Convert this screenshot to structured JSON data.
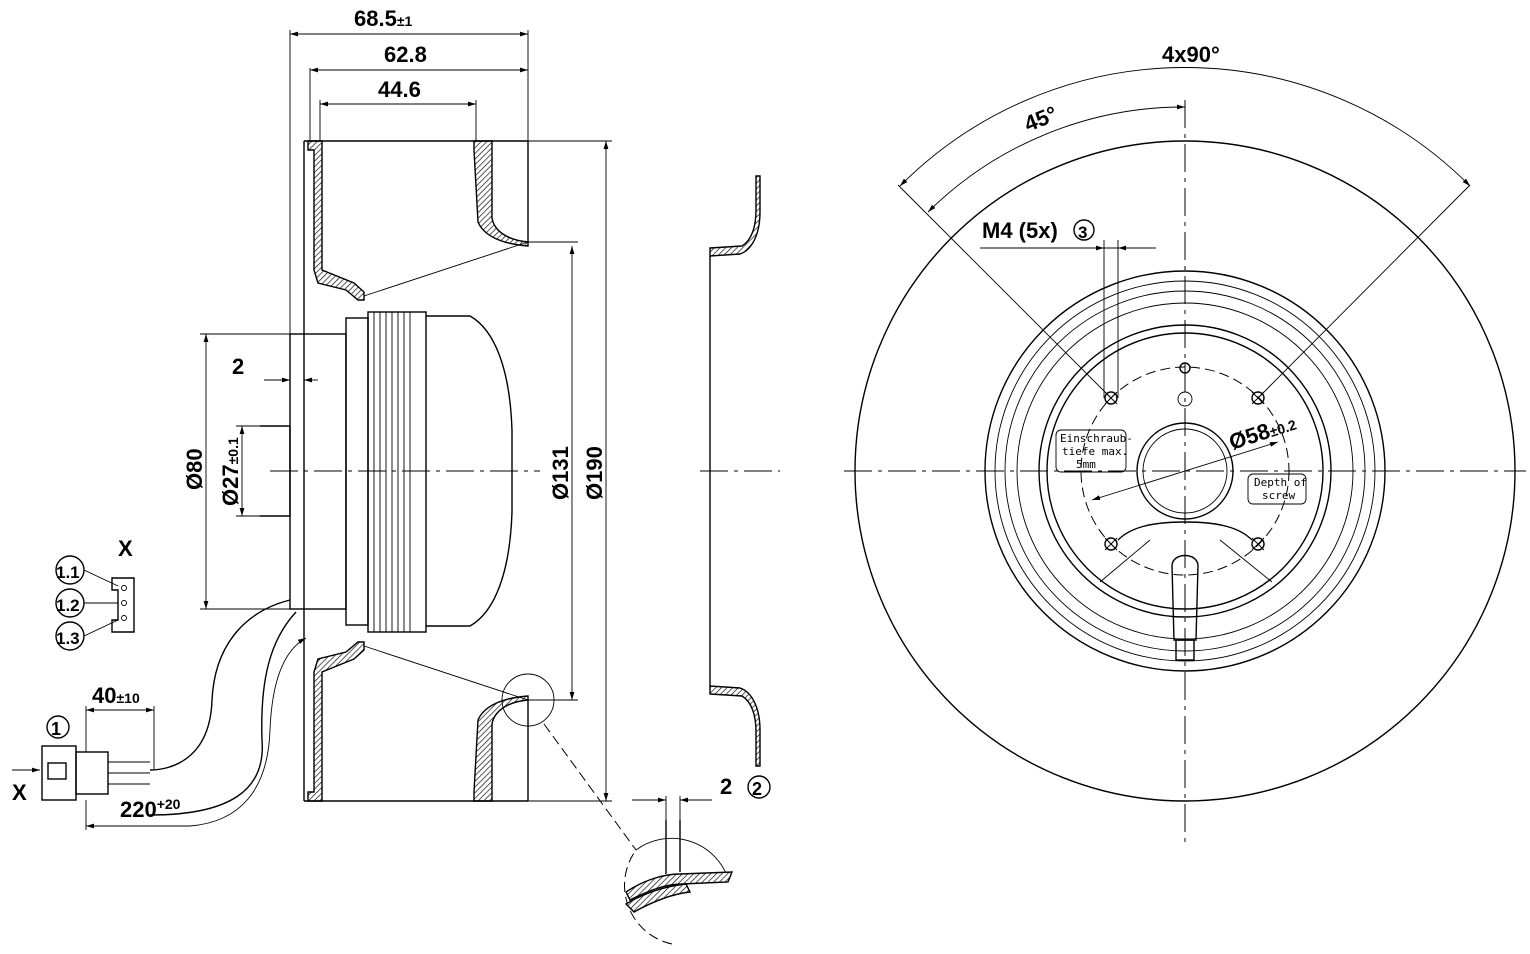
{
  "side_view": {
    "dim_total_depth": "68.5",
    "dim_total_depth_tol": "±1",
    "dim_depth_2": "62.8",
    "dim_depth_3": "44.6",
    "dim_offset": "2",
    "dim_hub_dia": "Ø80",
    "dim_shaft_dia": "Ø27",
    "dim_shaft_dia_tol": "±0.1",
    "dim_inlet_dia": "Ø131",
    "dim_outer_dia": "Ø190"
  },
  "connector": {
    "view_label": "X",
    "pin_1": "1.1",
    "pin_2": "1.2",
    "pin_3": "1.3",
    "callout": "1",
    "arrow_label": "X",
    "dim_lead_strip": "40",
    "dim_lead_strip_tol": "±10",
    "dim_cable_len": "220",
    "dim_cable_len_tol": "+20"
  },
  "inlet_ring": {
    "dim_gap": "2",
    "callout": "2"
  },
  "front_view": {
    "dim_angle_pattern": "4x90°",
    "dim_angle_offset": "45°",
    "thread_label": "M4 (5x)",
    "thread_callout": "3",
    "dim_center_dia": "Ø58",
    "dim_center_dia_tol": "±0.2",
    "note_de_line1": "Einschraub-",
    "note_de_line2": "tiefe max.",
    "note_de_line3": "5mm",
    "note_en_line1": "Depth of",
    "note_en_line2": "screw"
  }
}
